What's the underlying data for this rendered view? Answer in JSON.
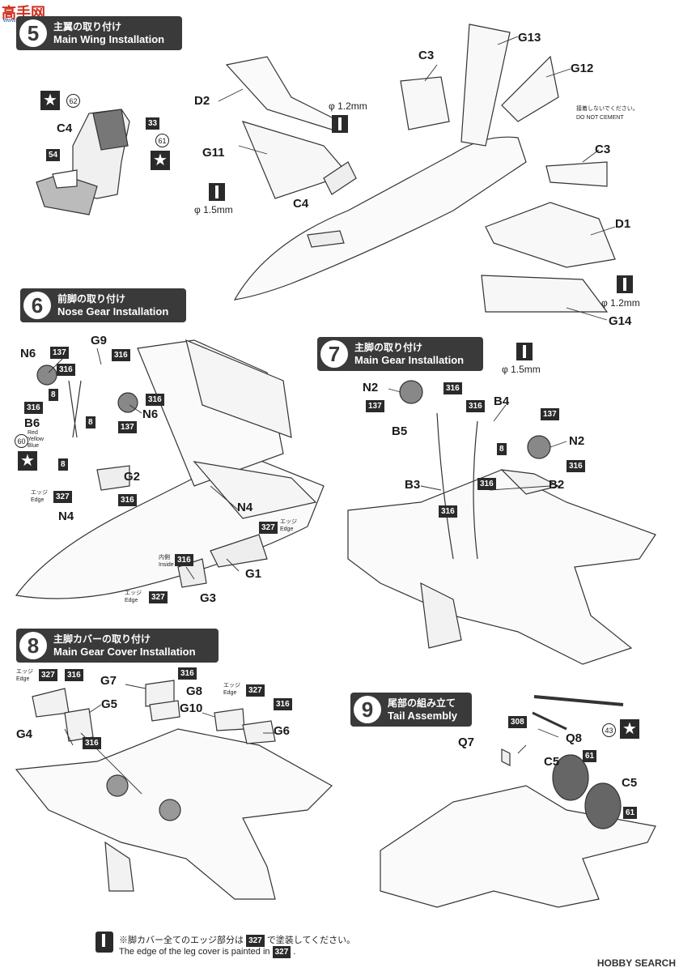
{
  "watermark": {
    "logo": "高手网",
    "site": "www.gaoshou.net"
  },
  "steps": {
    "s5": {
      "num": "5",
      "jp": "主翼の取り付け",
      "en": "Main Wing Installation"
    },
    "s6": {
      "num": "6",
      "jp": "前脚の取り付け",
      "en": "Nose Gear Installation"
    },
    "s7": {
      "num": "7",
      "jp": "主脚の取り付け",
      "en": "Main Gear Installation"
    },
    "s8": {
      "num": "8",
      "jp": "主脚カバーの取り付け",
      "en": "Main Gear Cover Installation"
    },
    "s9": {
      "num": "9",
      "jp": "尾部の組み立て",
      "en": "Tail Assembly"
    }
  },
  "parts": {
    "D2": "D2",
    "C3": "C3",
    "G13": "G13",
    "G12": "G12",
    "G11": "G11",
    "C4": "C4",
    "D1": "D1",
    "G14": "G14",
    "N6": "N6",
    "G9": "G9",
    "B6": "B6",
    "G2": "G2",
    "N4": "N4",
    "G1": "G1",
    "G3": "G3",
    "N2": "N2",
    "B4": "B4",
    "B5": "B5",
    "B3": "B3",
    "B2": "B2",
    "G7": "G7",
    "G8": "G8",
    "G5": "G5",
    "G10": "G10",
    "G4": "G4",
    "G6": "G6",
    "Q7": "Q7",
    "Q8": "Q8",
    "C5": "C5"
  },
  "colors": {
    "c316": "316",
    "c137": "137",
    "c327": "327",
    "c33": "33",
    "c54": "54",
    "c61": "61",
    "c308": "308",
    "c8": "8",
    "c62": "62",
    "c60": "60",
    "c43": "43"
  },
  "dims": {
    "d12": "φ 1.2mm",
    "d15": "φ 1.5mm"
  },
  "notes": {
    "no_cement_jp": "接着しないでください。",
    "no_cement_en": "DO NOT CEMENT",
    "edge_jp": "エッジ",
    "edge_en": "Edge",
    "inside_jp": "内側",
    "inside_en": "Inside",
    "red": "Red",
    "yellow": "Yellow",
    "blue": "Blue",
    "foot_jp_pre": "※脚カバー全てのエッジ部分は",
    "foot_jp_post": "で塗装してください。",
    "foot_en_pre": "The edge of the leg cover is painted in",
    "foot_en_post": "."
  },
  "brand": "HOBBY SEARCH"
}
